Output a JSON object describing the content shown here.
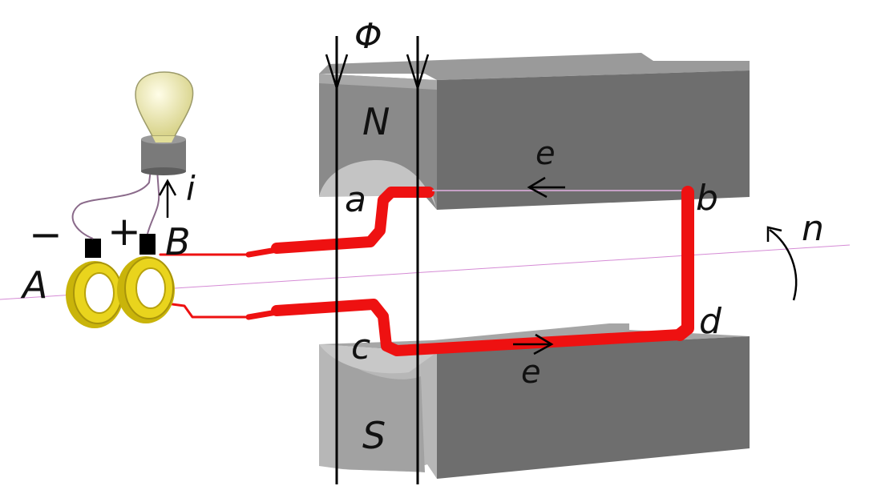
{
  "labels": {
    "phi": "Φ",
    "north": "N",
    "south": "S",
    "e_top": "e",
    "e_bottom": "e",
    "a": "a",
    "b": "b",
    "c": "c",
    "d": "d",
    "n": "n",
    "i": "i",
    "A": "A",
    "B": "B",
    "minus": "−",
    "plus": "+"
  },
  "colors": {
    "conductor": "#ee1111",
    "magnet_dark": "#6e6e6e",
    "magnet_mid": "#8c8c8c",
    "magnet_light": "#b4b4b4",
    "ring": "#e8d21a",
    "bulb": "#f4f1b8",
    "axis_line": "#d58bd5",
    "lines": "#000000"
  },
  "icons": {
    "bulb": "lamp-icon",
    "rotation": "rotation-arrow-icon"
  }
}
